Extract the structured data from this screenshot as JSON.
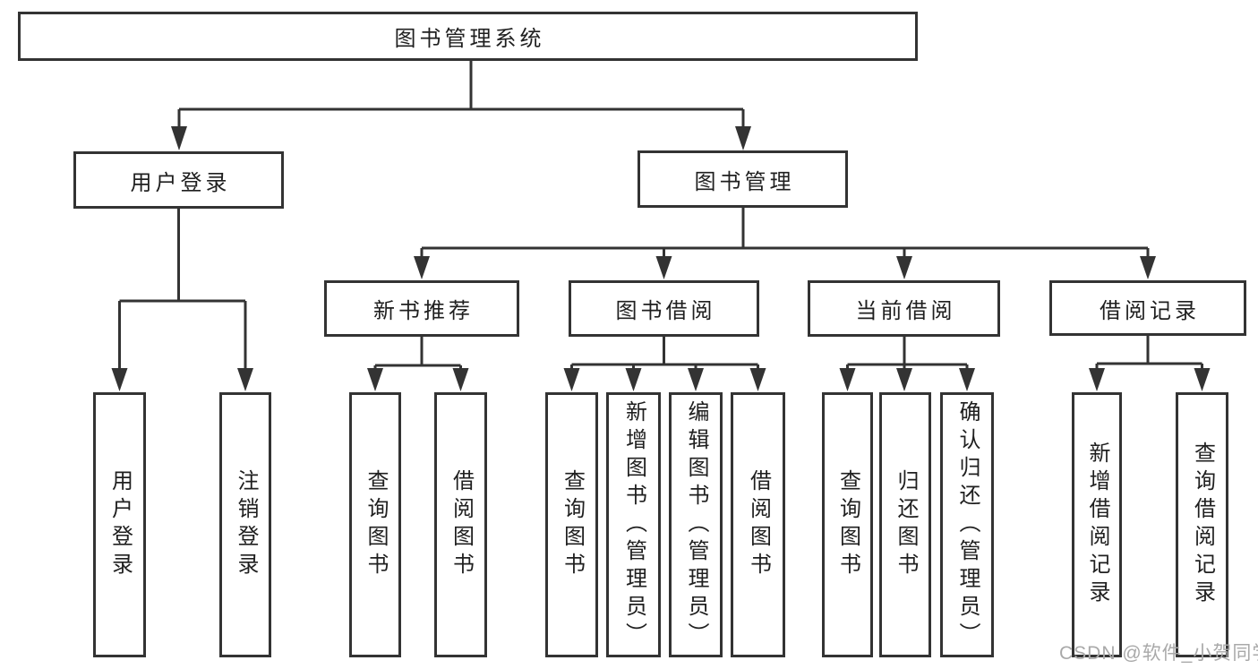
{
  "diagram": {
    "title": "图书管理系统",
    "type": "hierarchy-tree",
    "colors": {
      "line": "#333333",
      "box_border": "#333333",
      "box_background": "#ffffff",
      "text": "#1f1f1f",
      "watermark": "#a9a9a9",
      "page_background": "#ffffff"
    },
    "nodes": {
      "root": {
        "label": "图书管理系统",
        "children": [
          "user_login",
          "book_mgmt"
        ]
      },
      "user_login": {
        "label": "用户登录",
        "children": [
          "leaf_user_login",
          "leaf_logout"
        ]
      },
      "book_mgmt": {
        "label": "图书管理",
        "children": [
          "new_books",
          "book_borrow",
          "current_borrow",
          "borrow_records"
        ]
      },
      "new_books": {
        "label": "新书推荐",
        "children": [
          "leaf_nb_query",
          "leaf_nb_borrow"
        ]
      },
      "book_borrow": {
        "label": "图书借阅",
        "children": [
          "leaf_bb_query",
          "leaf_bb_add",
          "leaf_bb_edit",
          "leaf_bb_borrow"
        ]
      },
      "current_borrow": {
        "label": "当前借阅",
        "children": [
          "leaf_cb_query",
          "leaf_cb_return",
          "leaf_cb_confirm"
        ]
      },
      "borrow_records": {
        "label": "借阅记录",
        "children": [
          "leaf_br_add",
          "leaf_br_query"
        ]
      },
      "leaf_user_login": {
        "label": "用户登录"
      },
      "leaf_logout": {
        "label": "注销登录"
      },
      "leaf_nb_query": {
        "label": "查询图书"
      },
      "leaf_nb_borrow": {
        "label": "借阅图书"
      },
      "leaf_bb_query": {
        "label": "查询图书"
      },
      "leaf_bb_add": {
        "label": "新增图书（管理员）"
      },
      "leaf_bb_edit": {
        "label": "编辑图书（管理员）"
      },
      "leaf_bb_borrow": {
        "label": "借阅图书"
      },
      "leaf_cb_query": {
        "label": "查询图书"
      },
      "leaf_cb_return": {
        "label": "归还图书"
      },
      "leaf_cb_confirm": {
        "label": "确认归还（管理员）"
      },
      "leaf_br_add": {
        "label": "新增借阅记录"
      },
      "leaf_br_query": {
        "label": "查询借阅记录"
      }
    }
  },
  "watermark": {
    "text": "CSDN @软件_小贺同学"
  }
}
